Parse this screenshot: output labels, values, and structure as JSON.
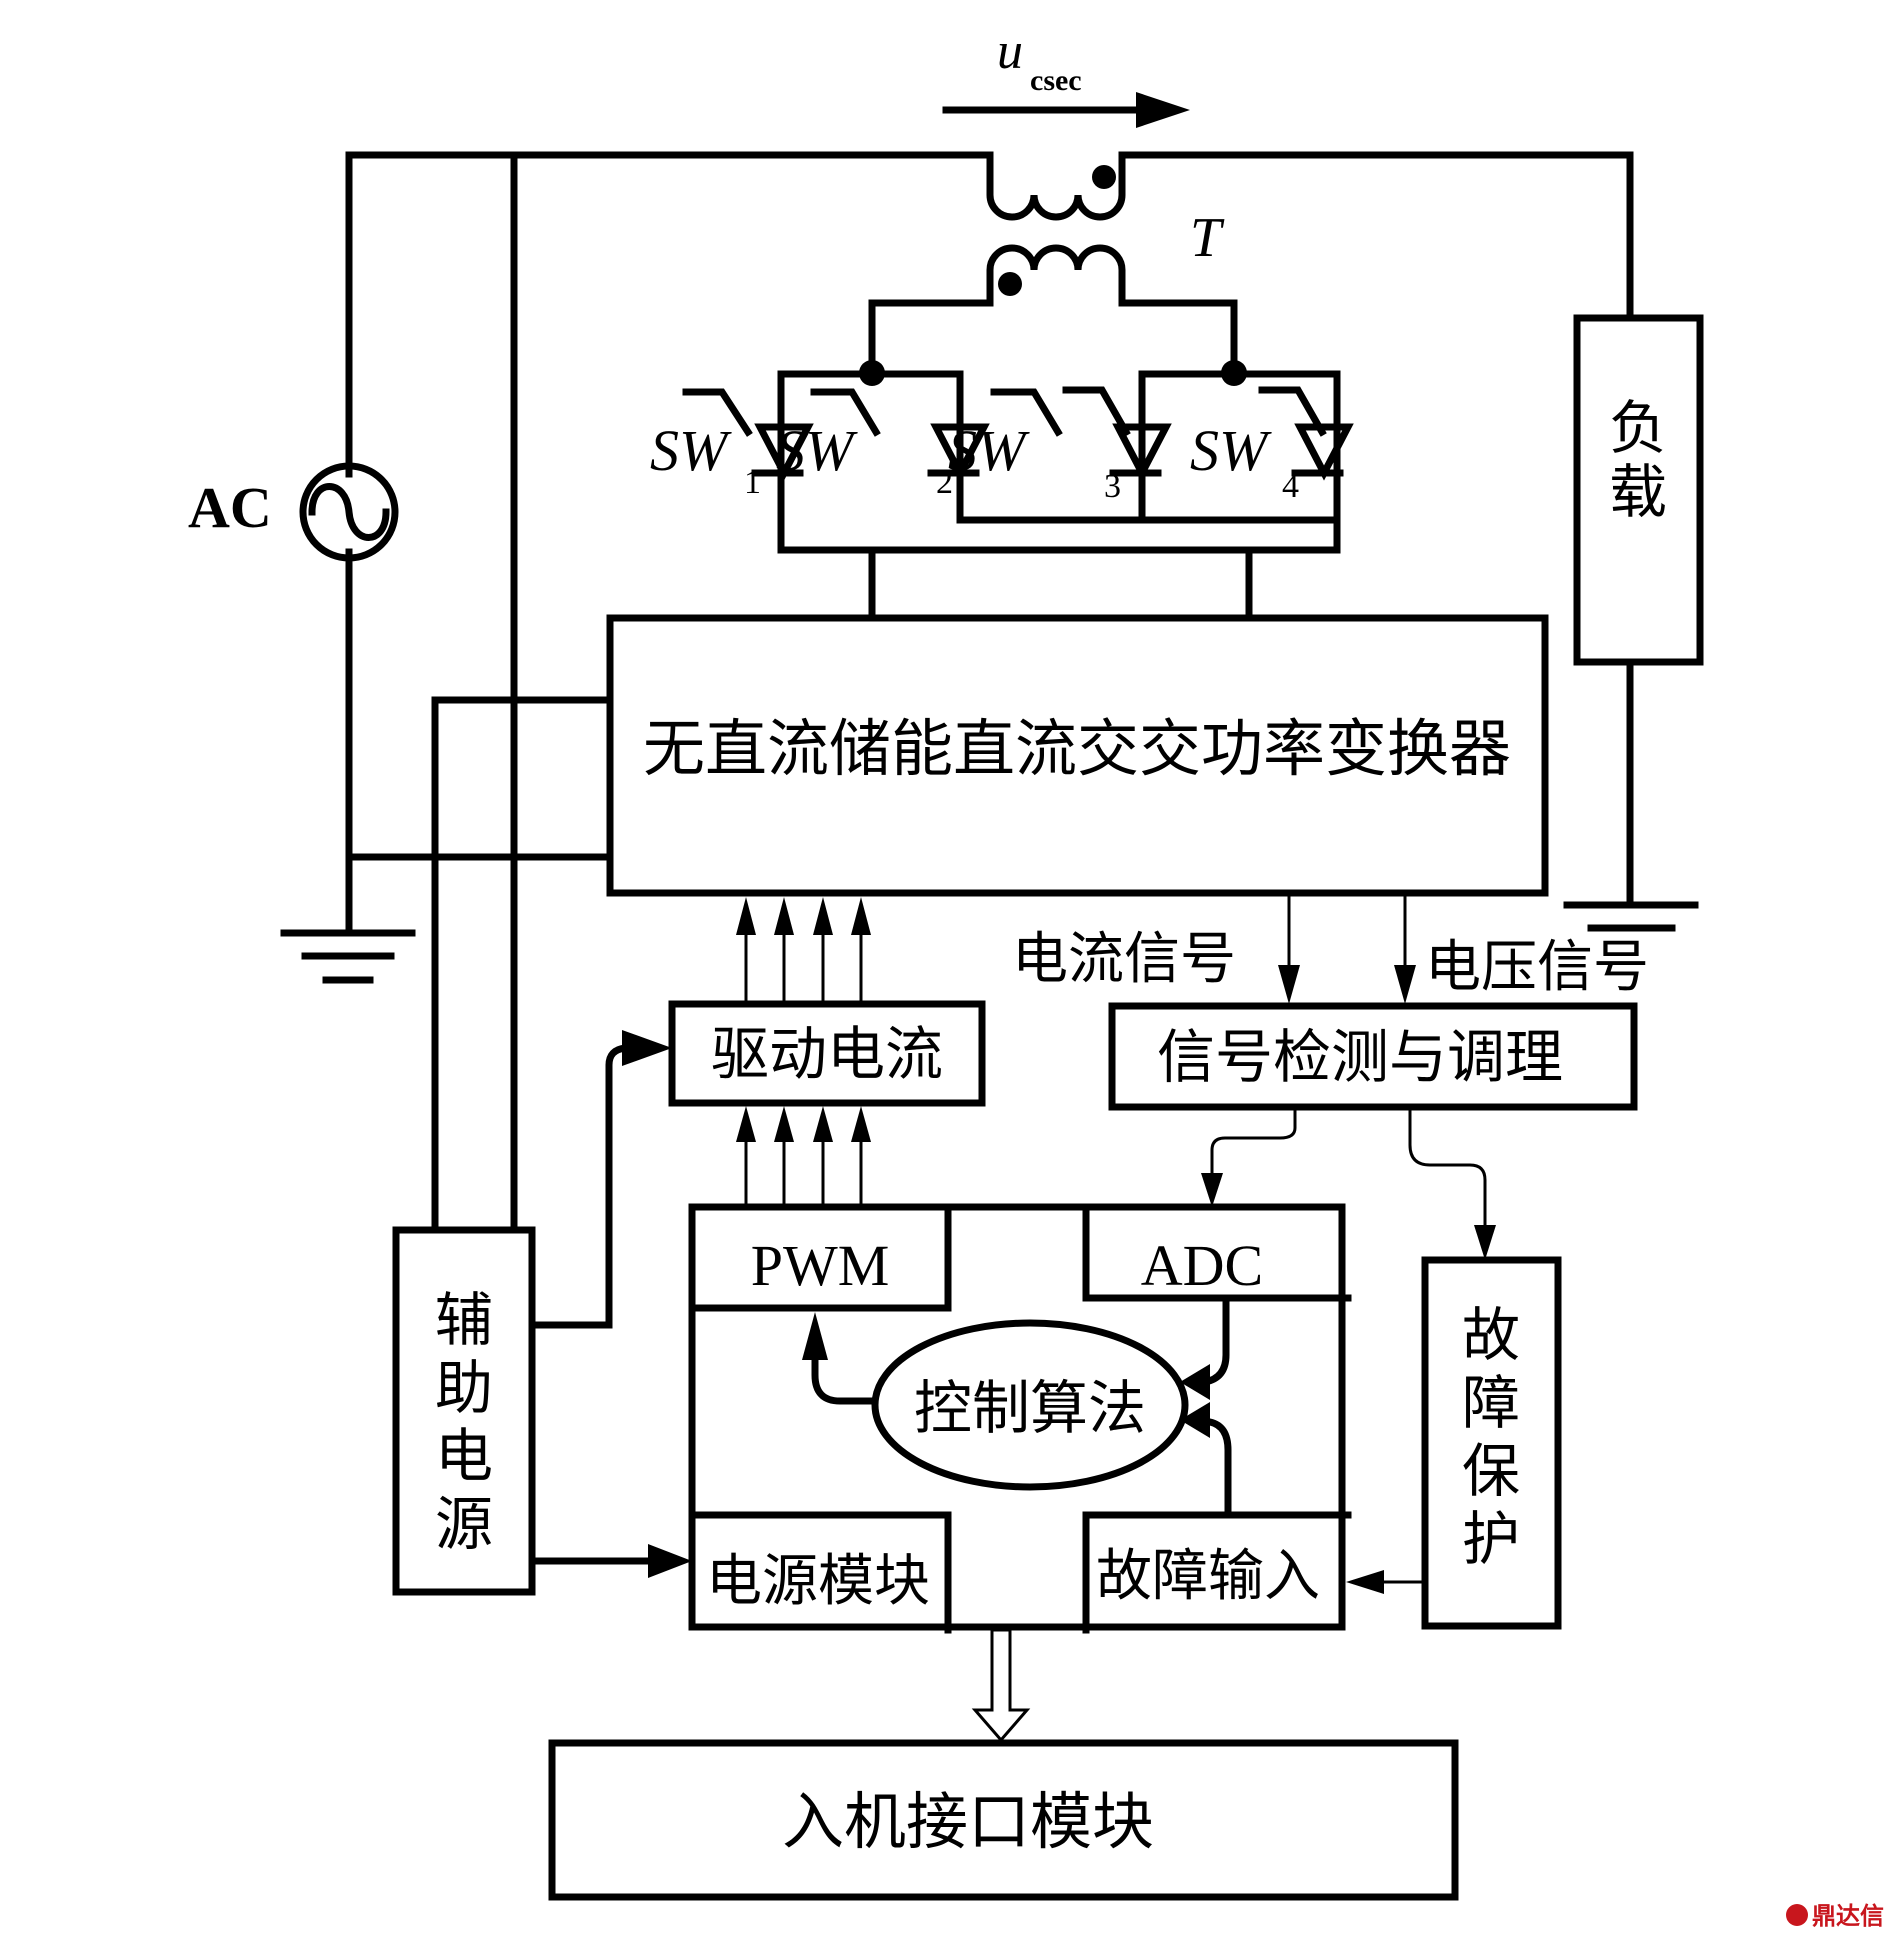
{
  "figure": {
    "voltage_label": {
      "symbol": "u",
      "subscript": "csec"
    },
    "transformer_label": "T",
    "ac_source_label": "AC",
    "switches": [
      {
        "name": "SW",
        "index": "1"
      },
      {
        "name": "SW",
        "index": "2"
      },
      {
        "name": "SW",
        "index": "3"
      },
      {
        "name": "SW",
        "index": "4"
      }
    ],
    "blocks": {
      "load": [
        "负",
        "载"
      ],
      "converter": "无直流储能直流交交功率变换器",
      "drive_current": "驱动电流",
      "signal_conditioning": "信号检测与调理",
      "aux_power": [
        "辅",
        "助",
        "电",
        "源"
      ],
      "pwm": "PWM",
      "adc": "ADC",
      "control_algorithm": "控制算法",
      "power_module": "电源模块",
      "fault_input": "故障输入",
      "fault_protection": [
        "故",
        "障",
        "保",
        "护"
      ],
      "hmi_module": "入机接口模块"
    },
    "signal_labels": {
      "current": "电流信号",
      "voltage": "电压信号"
    }
  },
  "watermark": {
    "text": "鼎达信",
    "color": "#c8161d"
  }
}
